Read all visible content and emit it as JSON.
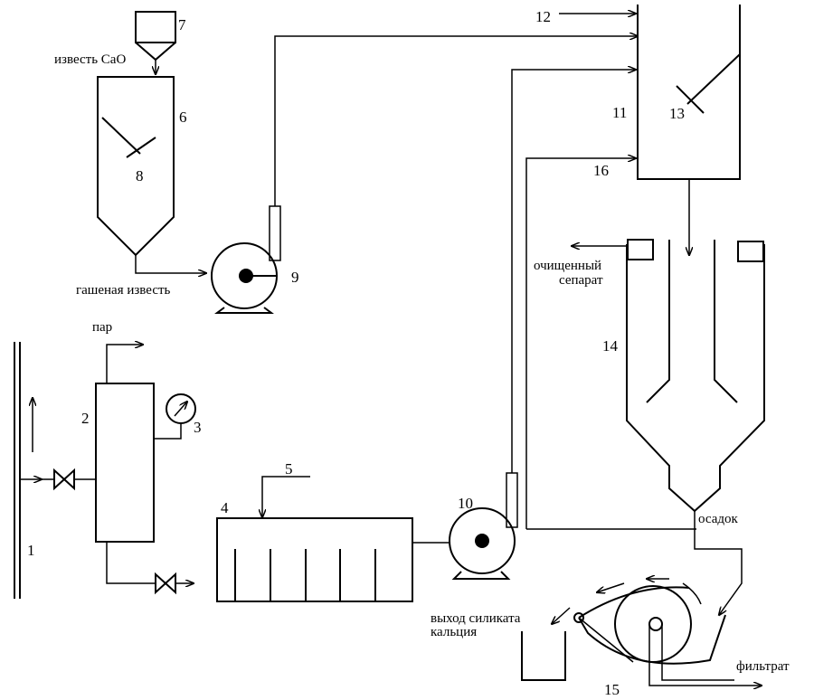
{
  "labels": {
    "n1": "1",
    "n2": "2",
    "n3": "3",
    "n4": "4",
    "n5": "5",
    "n6": "6",
    "n7": "7",
    "n8": "8",
    "n9": "9",
    "n10": "10",
    "n11": "11",
    "n12": "12",
    "n13": "13",
    "n14": "14",
    "n15": "15",
    "n16": "16",
    "lime_cao": "известь CaO",
    "slaked_lime": "гашеная известь",
    "steam": "пар",
    "purified_separate_1": "очищенный",
    "purified_separate_2": "сепарат",
    "sediment": "осадок",
    "silicate_out_1": "выход силиката",
    "silicate_out_2": "кальция",
    "filtrate": "фильтрат"
  }
}
